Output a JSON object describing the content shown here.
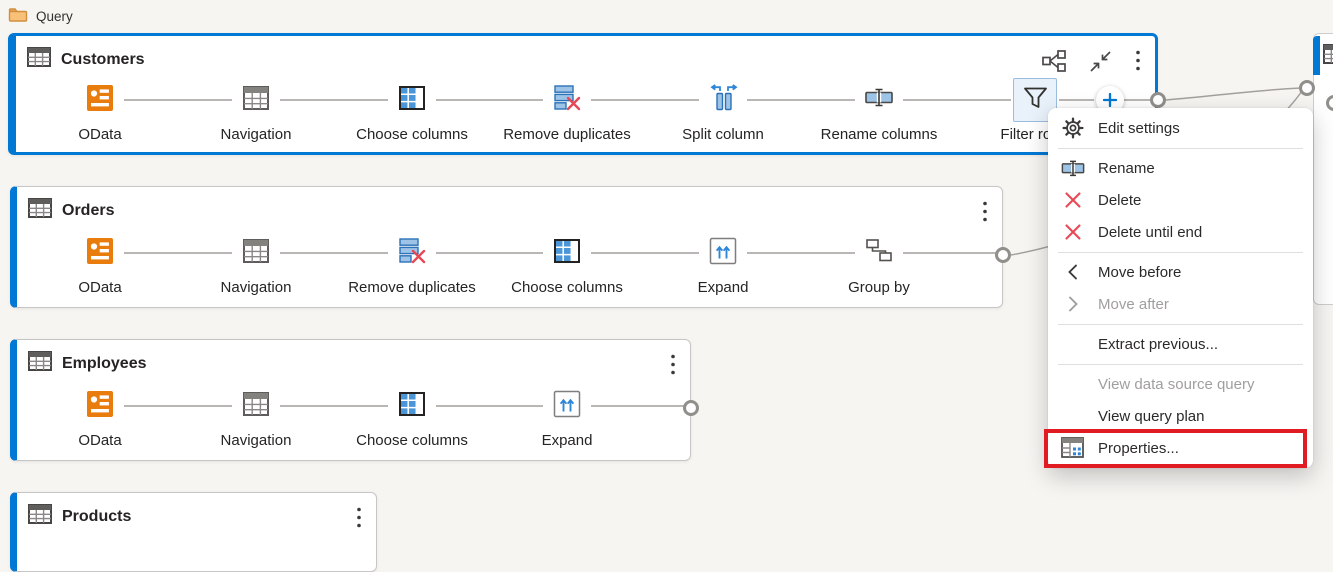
{
  "canvas": {
    "folder_label": "Query"
  },
  "queries": [
    {
      "name": "Customers",
      "selected": true,
      "steps": [
        {
          "label": "OData",
          "icon": "odata"
        },
        {
          "label": "Navigation",
          "icon": "navigation"
        },
        {
          "label": "Choose columns",
          "icon": "choose-columns"
        },
        {
          "label": "Remove duplicates",
          "icon": "remove-duplicates"
        },
        {
          "label": "Split column",
          "icon": "split-column"
        },
        {
          "label": "Rename columns",
          "icon": "rename-columns"
        },
        {
          "label": "Filter rows",
          "icon": "filter",
          "selected": true
        }
      ]
    },
    {
      "name": "Orders",
      "steps": [
        {
          "label": "OData",
          "icon": "odata"
        },
        {
          "label": "Navigation",
          "icon": "navigation"
        },
        {
          "label": "Remove duplicates",
          "icon": "remove-duplicates"
        },
        {
          "label": "Choose columns",
          "icon": "choose-columns"
        },
        {
          "label": "Expand",
          "icon": "expand"
        },
        {
          "label": "Group by",
          "icon": "group-by"
        }
      ]
    },
    {
      "name": "Employees",
      "steps": [
        {
          "label": "OData",
          "icon": "odata"
        },
        {
          "label": "Navigation",
          "icon": "navigation"
        },
        {
          "label": "Choose columns",
          "icon": "choose-columns"
        },
        {
          "label": "Expand",
          "icon": "expand"
        }
      ]
    },
    {
      "name": "Products",
      "steps": []
    }
  ],
  "context_menu": {
    "items": [
      {
        "label": "Edit settings",
        "icon": "gear"
      },
      {
        "type": "divider"
      },
      {
        "label": "Rename",
        "icon": "rename"
      },
      {
        "label": "Delete",
        "icon": "delete"
      },
      {
        "label": "Delete until end",
        "icon": "delete"
      },
      {
        "type": "divider"
      },
      {
        "label": "Move before",
        "icon": "chevron-left"
      },
      {
        "label": "Move after",
        "icon": "chevron-right",
        "disabled": true
      },
      {
        "type": "divider"
      },
      {
        "label": "Extract previous..."
      },
      {
        "type": "divider"
      },
      {
        "label": "View data source query",
        "disabled": true
      },
      {
        "label": "View query plan"
      },
      {
        "label": "Properties...",
        "icon": "properties",
        "annotated": true
      }
    ]
  },
  "colors": {
    "accent": "#0078d4",
    "annotation_red": "#e11b22",
    "odata_orange": "#e87d0e",
    "step_blue": "#2e86d8",
    "step_blue_fill": "#9dc3e6",
    "delete_red": "#e74856",
    "line_gray": "#a3a09d"
  }
}
